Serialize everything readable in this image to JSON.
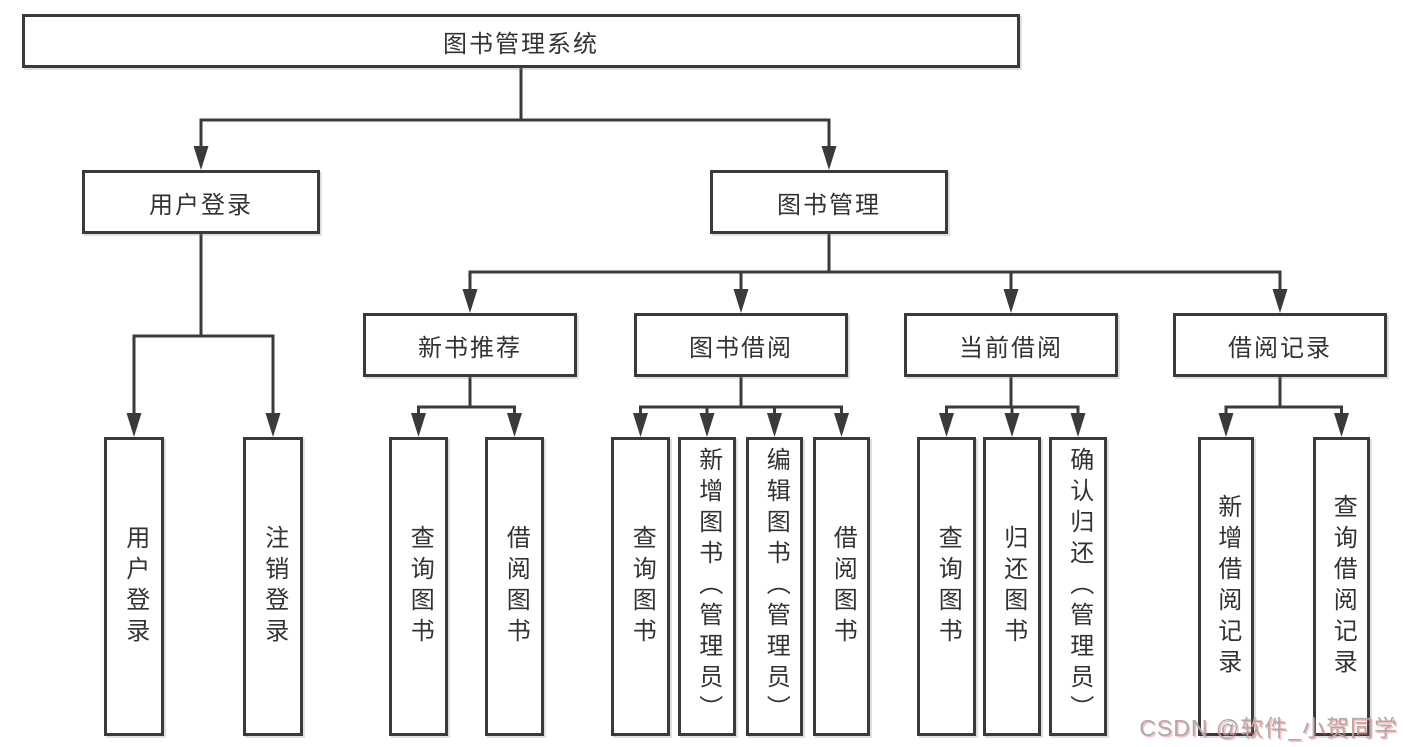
{
  "theme": {
    "line_color": "#3a3a3a",
    "text_color": "#333333",
    "watermark_color": "#ababab",
    "bg": "#ffffff"
  },
  "diagram": {
    "root": "图书管理系统",
    "user_login": {
      "label": "用户登录",
      "leaves": [
        "用户登录",
        "注销登录"
      ]
    },
    "book_mgmt": {
      "label": "图书管理",
      "groups": [
        {
          "label": "新书推荐",
          "leaves": [
            "查询图书",
            "借阅图书"
          ]
        },
        {
          "label": "图书借阅",
          "leaves": [
            "查询图书",
            "新增图书（管理员）",
            "编辑图书（管理员）",
            "借阅图书"
          ]
        },
        {
          "label": "当前借阅",
          "leaves": [
            "查询图书",
            "归还图书",
            "确认归还（管理员）"
          ]
        },
        {
          "label": "借阅记录",
          "leaves": [
            "新增借阅记录",
            "查询借阅记录"
          ]
        }
      ]
    },
    "watermark": "CSDN @软件_小贺同学"
  }
}
